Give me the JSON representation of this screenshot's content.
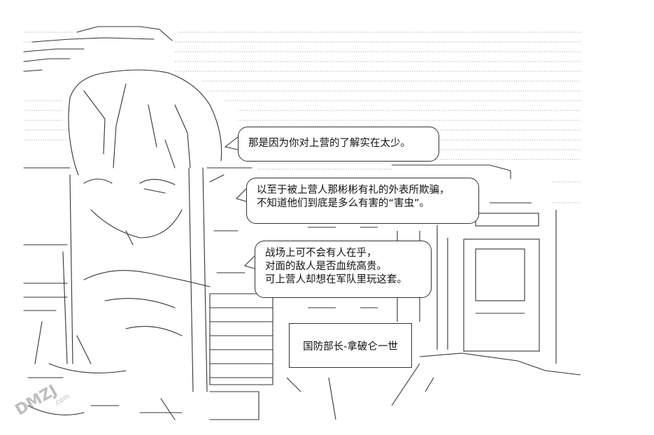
{
  "speech_bubbles": [
    {
      "lines": [
        "那是因为你对上营的了解实在太少。"
      ]
    },
    {
      "lines": [
        "以至于被上营人那彬彬有礼的外表所欺骗，",
        "不知道他们到底是多么有害的“害虫”。"
      ]
    },
    {
      "lines": [
        "战场上可不会有人在乎，",
        "对面的敌人是否血统高贵。",
        "可上营人却想在军队里玩这套。"
      ]
    }
  ],
  "sign": {
    "text": "国防部长-拿破仑一世"
  },
  "watermark": {
    "text": "DMZJ",
    "subtext": ".com"
  },
  "colors": {
    "ink": "#333333",
    "background": "#ffffff",
    "watermark": "#8a8a8a"
  }
}
